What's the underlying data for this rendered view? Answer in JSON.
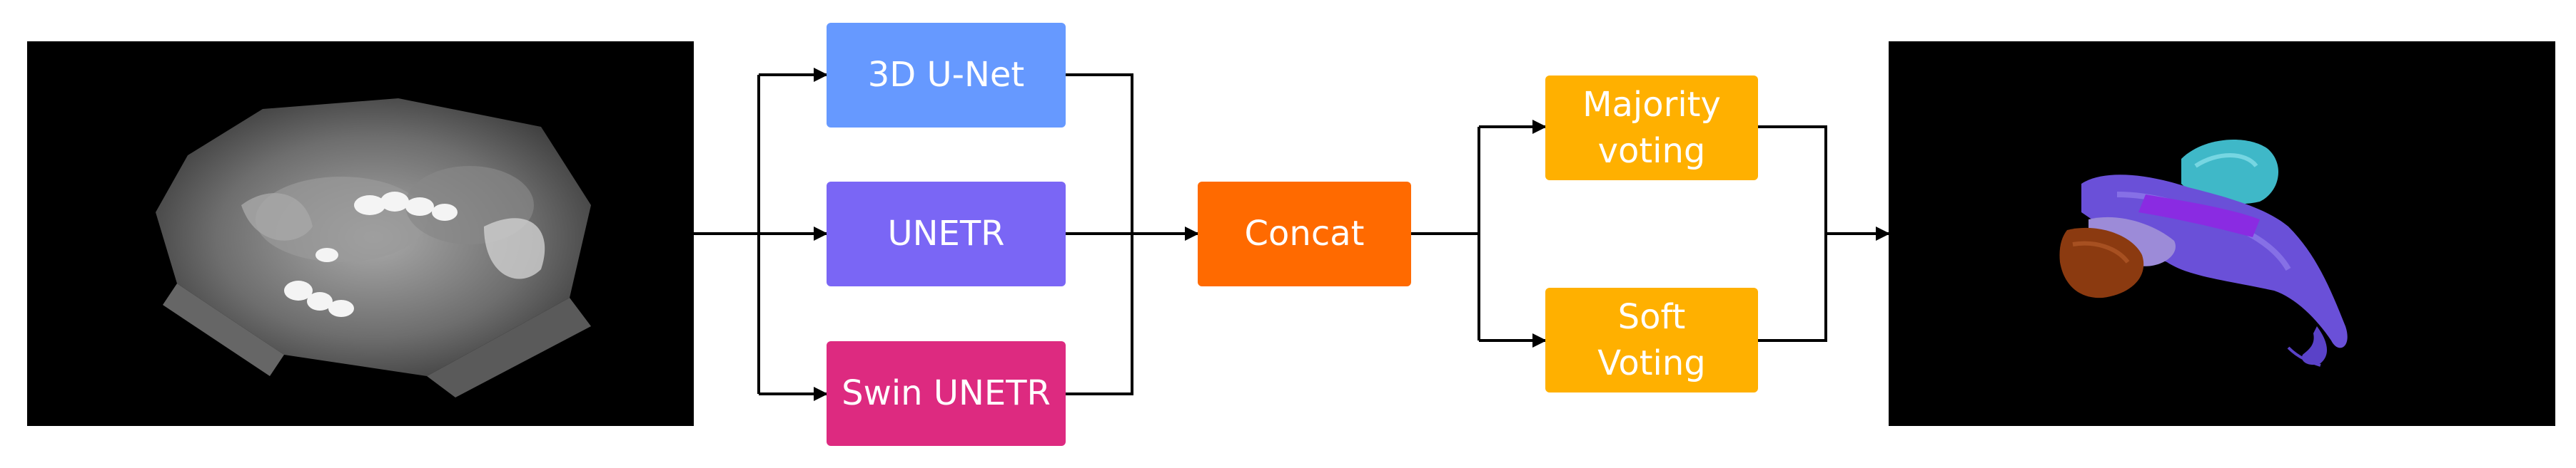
{
  "diagram": {
    "models": [
      {
        "label": "3D U-Net",
        "color": "#6699FF"
      },
      {
        "label": "UNETR",
        "color": "#7A66F5"
      },
      {
        "label": "Swin UNETR",
        "color": "#DD2A80"
      }
    ],
    "concat": {
      "label": "Concat",
      "color": "#FF6A00"
    },
    "voting": [
      {
        "label": "Majority\nvoting",
        "color": "#FFB000"
      },
      {
        "label": "Soft\nVoting",
        "color": "#FFB000"
      }
    ],
    "input_image": {
      "icon": "ct-volume-render"
    },
    "output_image": {
      "icon": "segmentation-3d-render"
    },
    "arrow_color": "#000000"
  }
}
